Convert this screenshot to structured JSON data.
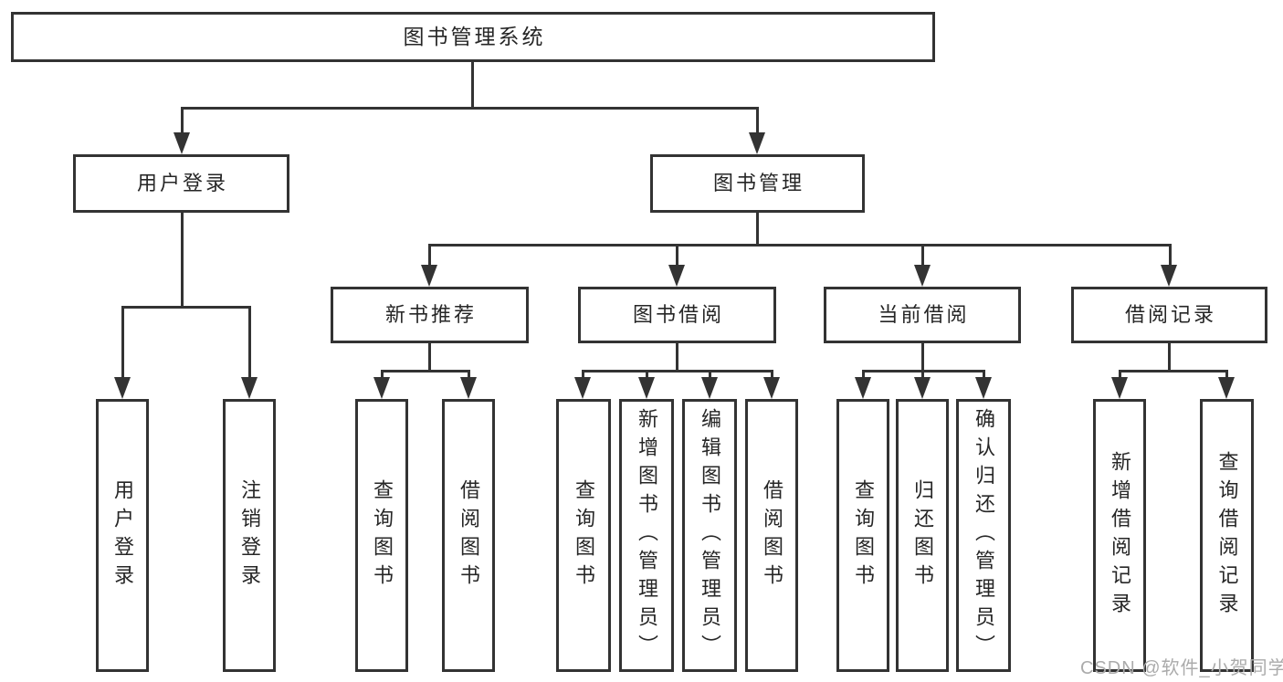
{
  "nodes": {
    "root": "图书管理系统",
    "level2": [
      "用户登录",
      "图书管理"
    ],
    "level3": [
      "新书推荐",
      "图书借阅",
      "当前借阅",
      "借阅记录"
    ],
    "leaves": {
      "login": [
        "用户登录",
        "注销登录"
      ],
      "recommend": [
        "查询图书",
        "借阅图书"
      ],
      "borrow": [
        "查询图书",
        "新增图书（管理员）",
        "编辑图书（管理员）",
        "借阅图书"
      ],
      "current": [
        "查询图书",
        "归还图书",
        "确认归还（管理员）"
      ],
      "records": [
        "新增借阅记录",
        "查询借阅记录"
      ]
    }
  },
  "watermark": {
    "text": "CSDN @软件_小贺同学"
  },
  "colors": {
    "line": "#333333",
    "box_border": "#333333",
    "text": "#262626",
    "background": "#ffffff",
    "watermark": "#ababab"
  }
}
